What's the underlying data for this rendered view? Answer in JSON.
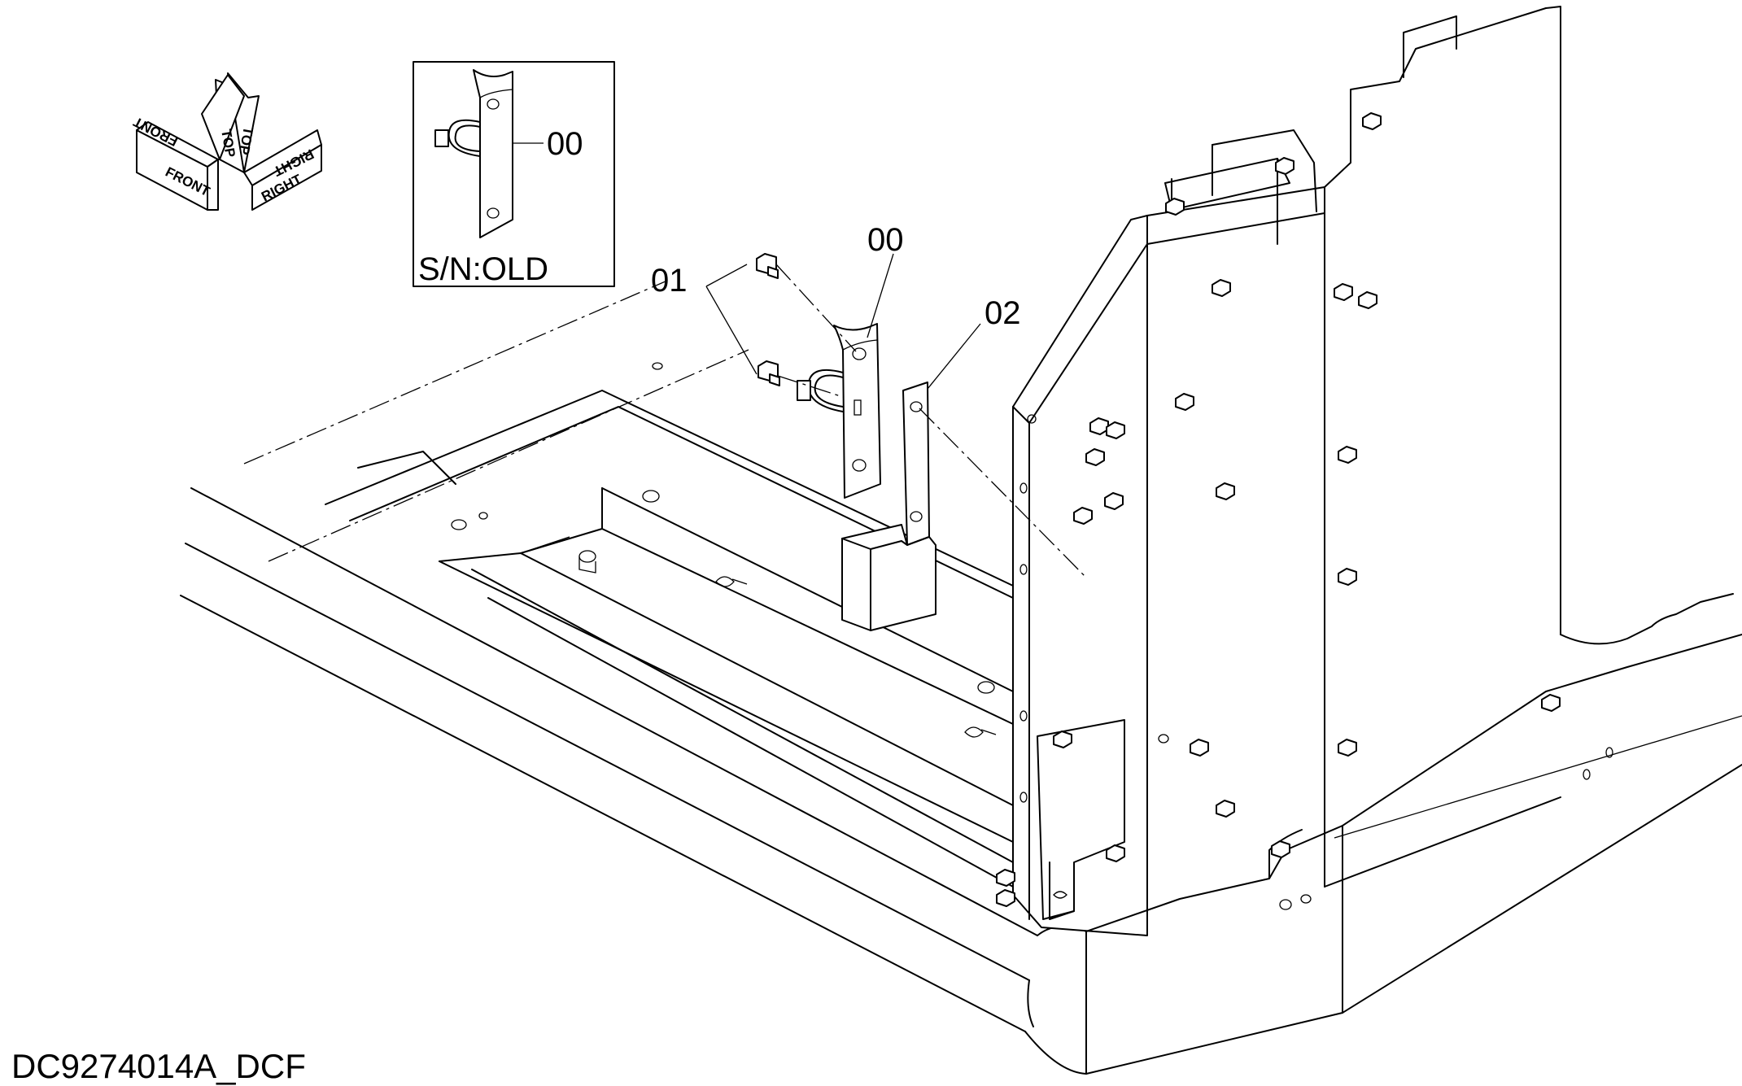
{
  "diagram": {
    "document_code": "DC9274014A_DCF",
    "inset": {
      "caption": "S/N:OLD",
      "callout": "00"
    },
    "callouts": [
      {
        "id": "bracket",
        "label": "00"
      },
      {
        "id": "bolt",
        "label": "01"
      },
      {
        "id": "holder",
        "label": "02"
      }
    ],
    "direction_indicator": {
      "front": "FRONT",
      "top": "TOP",
      "right": "RIGHT"
    }
  }
}
